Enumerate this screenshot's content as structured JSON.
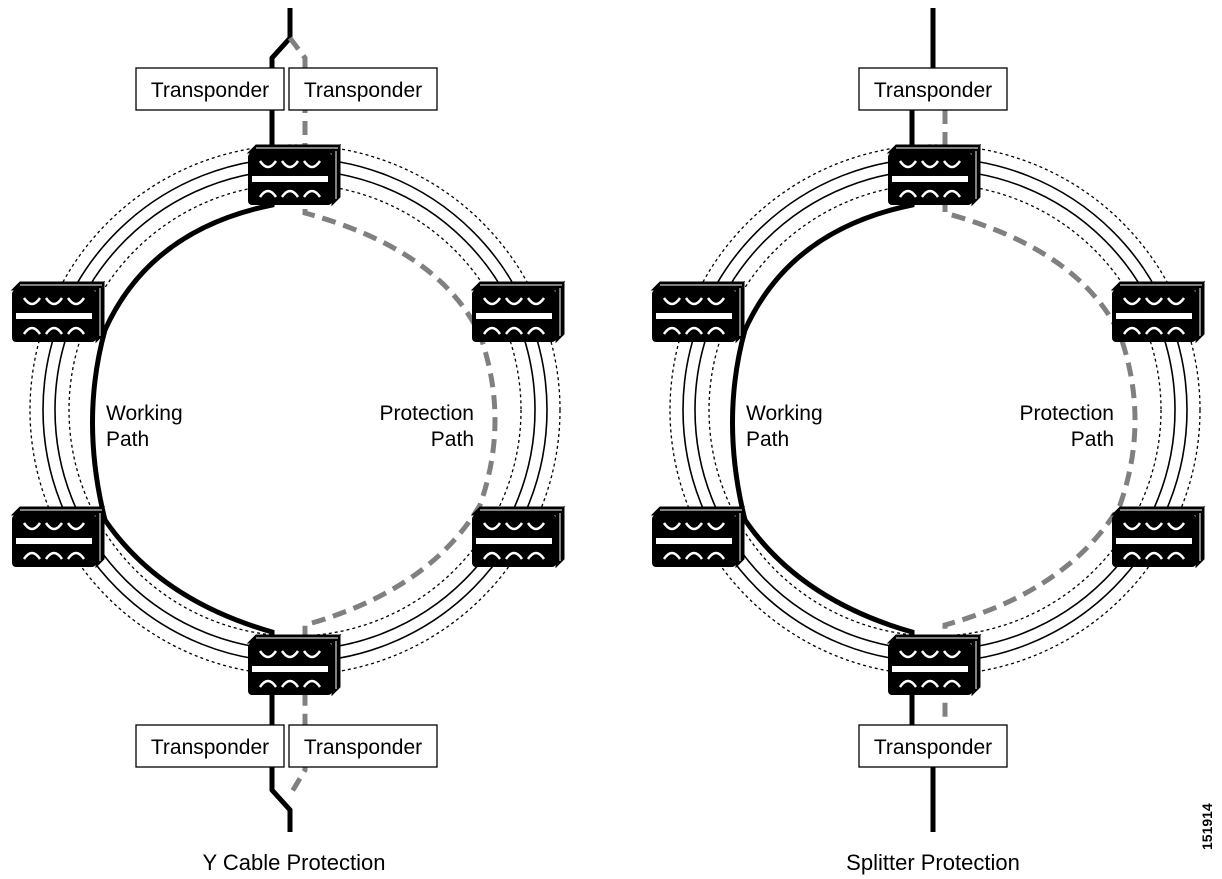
{
  "figure_id": "151914",
  "icon": "optical-add-drop-node-icon",
  "panels": {
    "left": {
      "caption": "Y Cable Protection",
      "transponders": [
        "Transponder",
        "Transponder",
        "Transponder",
        "Transponder"
      ],
      "working_path_label": [
        "Working",
        "Path"
      ],
      "protection_path_label": [
        "Protection",
        "Path"
      ]
    },
    "right": {
      "caption": "Splitter Protection",
      "transponders": [
        "Transponder",
        "Transponder"
      ],
      "working_path_label": [
        "Working",
        "Path"
      ],
      "protection_path_label": [
        "Protection",
        "Path"
      ]
    }
  },
  "colors": {
    "working_path": "#000000",
    "protection_path": "#808080",
    "node_fill": "#000000",
    "background": "#ffffff"
  }
}
